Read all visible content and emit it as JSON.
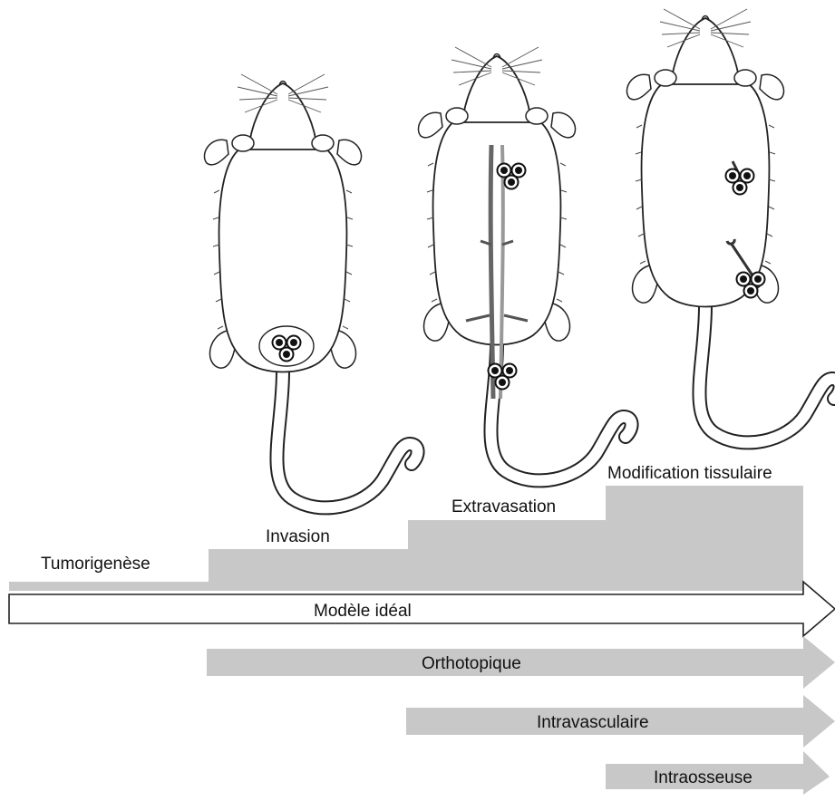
{
  "stages": [
    {
      "label": "Tumorigenèse"
    },
    {
      "label": "Invasion"
    },
    {
      "label": "Extravasation"
    },
    {
      "label": "Modification tissulaire"
    }
  ],
  "ideal_model": {
    "label": "Modèle idéal"
  },
  "models": [
    {
      "label": "Orthotopique"
    },
    {
      "label": "Intravasculaire"
    },
    {
      "label": "Intraosseuse"
    }
  ],
  "mice": [
    {
      "illustrates": "Invasion"
    },
    {
      "illustrates": "Extravasation"
    },
    {
      "illustrates": "Modification tissulaire"
    }
  ],
  "colors": {
    "step_fill": "#c8c8c8",
    "arrow_fill": "#c8c8c8",
    "ideal_arrow_fill": "#ffffff",
    "outline": "#222222"
  }
}
